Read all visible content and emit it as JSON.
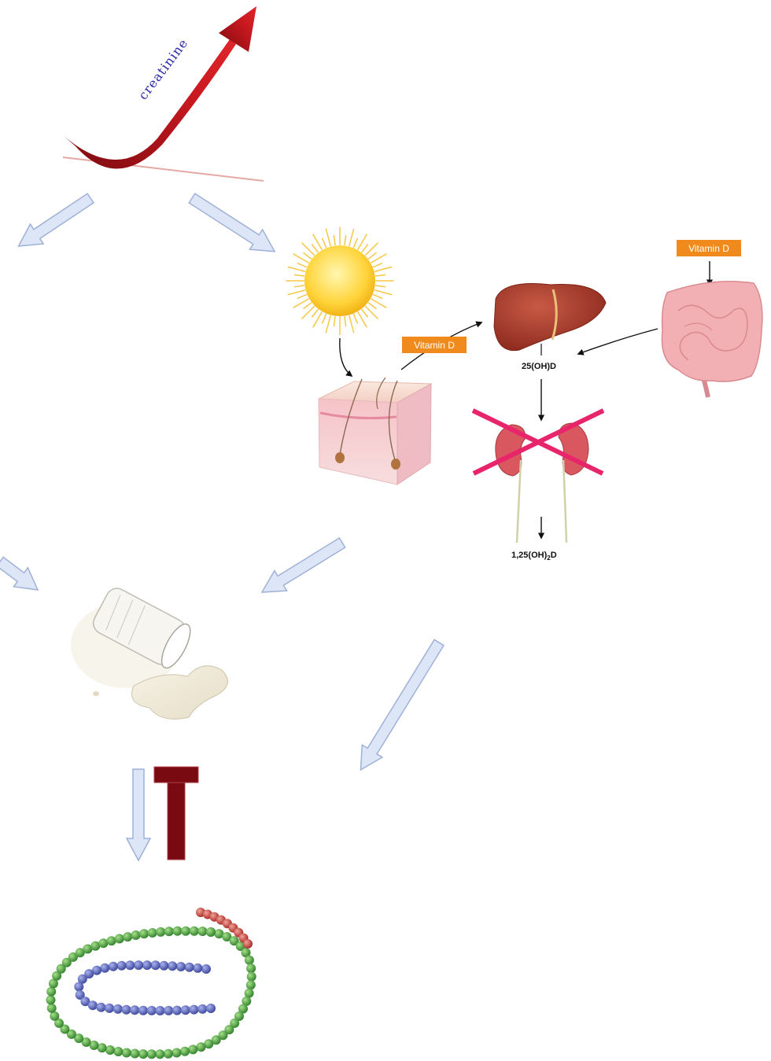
{
  "diagram": {
    "creatinine_label": "creatinine",
    "vitamin_d_label_skin": "Vitamin D",
    "vitamin_d_label_gut": "Vitamin D",
    "metabolite_liver": "25(OH)D",
    "metabolite_kidney": "1,25(OH)",
    "metabolite_kidney_subscript": "2",
    "metabolite_kidney_suffix": "D"
  },
  "colors": {
    "rising_arrow": "#b0141a",
    "creatinine_text": "#2a2aa8",
    "flow_arrow_fill": "#dde6f7",
    "flow_arrow_stroke": "#9fb1d6",
    "vitamin_badge": "#f08a1c",
    "block_cross": "#e8246b",
    "inhibition_bar": "#7a0a12",
    "sun": "#ffd43b",
    "liver": "#a93a2b",
    "intestine": "#f0a0a6",
    "kidney": "#d9585f",
    "bead_green": "#3f9e38",
    "bead_blue": "#4d5bb3",
    "bead_red": "#c8322a"
  },
  "icons": [
    "rising-arrow-icon",
    "sun-icon",
    "skin-icon",
    "liver-icon",
    "intestine-icon",
    "kidney-icon",
    "spilled-milk-glass-icon",
    "protein-chain-icon",
    "inhibition-symbol-icon"
  ]
}
